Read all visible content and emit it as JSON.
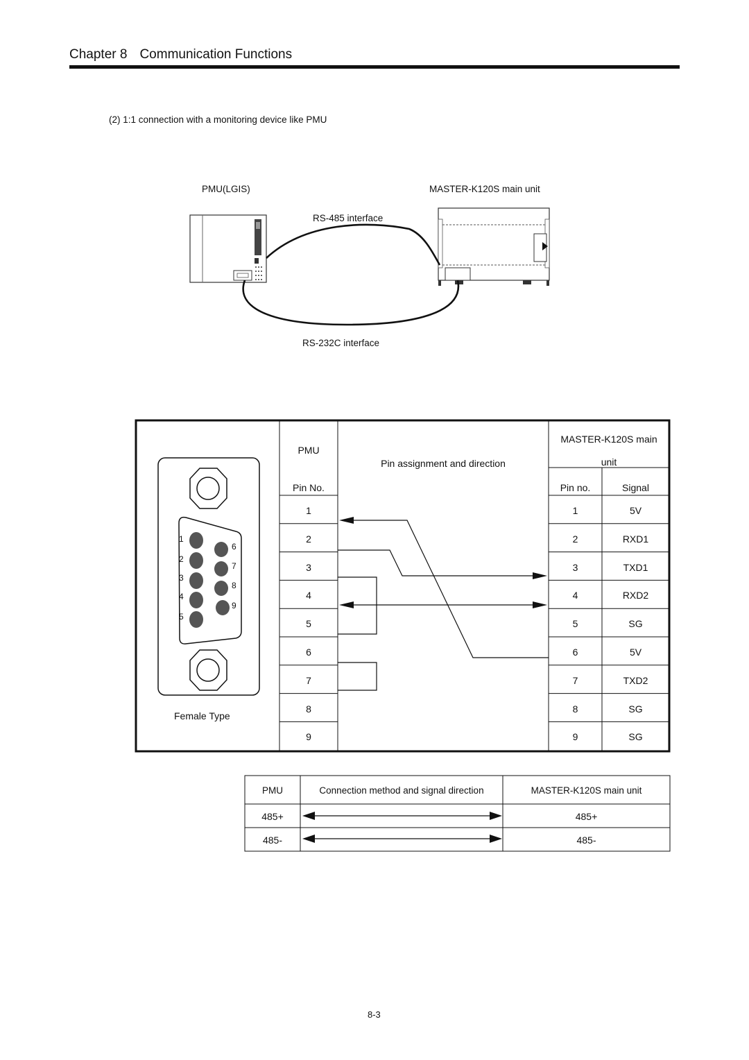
{
  "header": {
    "chapter_label": "Chapter 8",
    "chapter_title": "Communication Functions"
  },
  "section": {
    "heading": "(2) 1:1 connection with a monitoring device like PMU"
  },
  "figure": {
    "pmu_label": "PMU(LGIS)",
    "main_unit_label": "MASTER-K120S main unit",
    "rs485_label": "RS-485 interface",
    "rs232_label": "RS-232C interface"
  },
  "pin_table": {
    "pmu_header": "PMU",
    "direction_header": "Pin assignment and direction",
    "main_header_line1": "MASTER-K120S main",
    "main_header_line2": "unit",
    "pin_no_left": "Pin No.",
    "pin_no_right": "Pin no.",
    "signal_header": "Signal",
    "connector_caption": "Female Type",
    "connector_pins_left": [
      "1",
      "2",
      "3",
      "4",
      "5"
    ],
    "connector_pins_right": [
      "6",
      "7",
      "8",
      "9"
    ],
    "pmu_pins": [
      "1",
      "2",
      "3",
      "4",
      "5",
      "6",
      "7",
      "8",
      "9"
    ],
    "rows": [
      {
        "pin": "1",
        "signal": "5V"
      },
      {
        "pin": "2",
        "signal": "RXD1"
      },
      {
        "pin": "3",
        "signal": "TXD1"
      },
      {
        "pin": "4",
        "signal": "RXD2"
      },
      {
        "pin": "5",
        "signal": "SG"
      },
      {
        "pin": "6",
        "signal": "5V"
      },
      {
        "pin": "7",
        "signal": "TXD2"
      },
      {
        "pin": "8",
        "signal": "SG"
      },
      {
        "pin": "9",
        "signal": "SG"
      }
    ]
  },
  "rs485_table": {
    "col_pmu": "PMU",
    "col_method": "Connection method and signal direction",
    "col_main": "MASTER-K120S main unit",
    "rows": [
      {
        "pmu": "485+",
        "main": "485+"
      },
      {
        "pmu": "485-",
        "main": "485-"
      }
    ]
  },
  "footer": {
    "page_number": "8-3"
  }
}
